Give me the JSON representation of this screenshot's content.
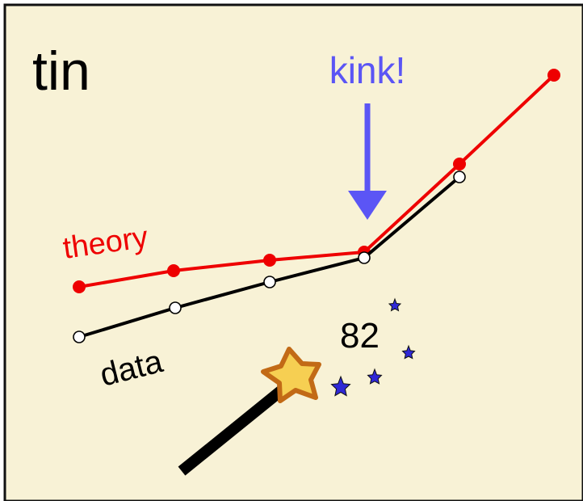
{
  "title": "tin",
  "annotation": "kink!",
  "number_label": "82",
  "theory_label": "theory",
  "data_label": "data",
  "colors": {
    "background": "#f8f2d6",
    "border": "#111111",
    "theory": "#ee0000",
    "data": "#000000",
    "arrow": "#5b55f5",
    "star_fill": "#f6cf52",
    "star_stroke": "#c26a16",
    "sparkle": "#2f28d6",
    "wand": "#000000"
  },
  "icons": {
    "pointer": "down-arrow-icon",
    "wand": "magic-wand-icon",
    "sparkles": "sparkle-star-icon"
  }
}
